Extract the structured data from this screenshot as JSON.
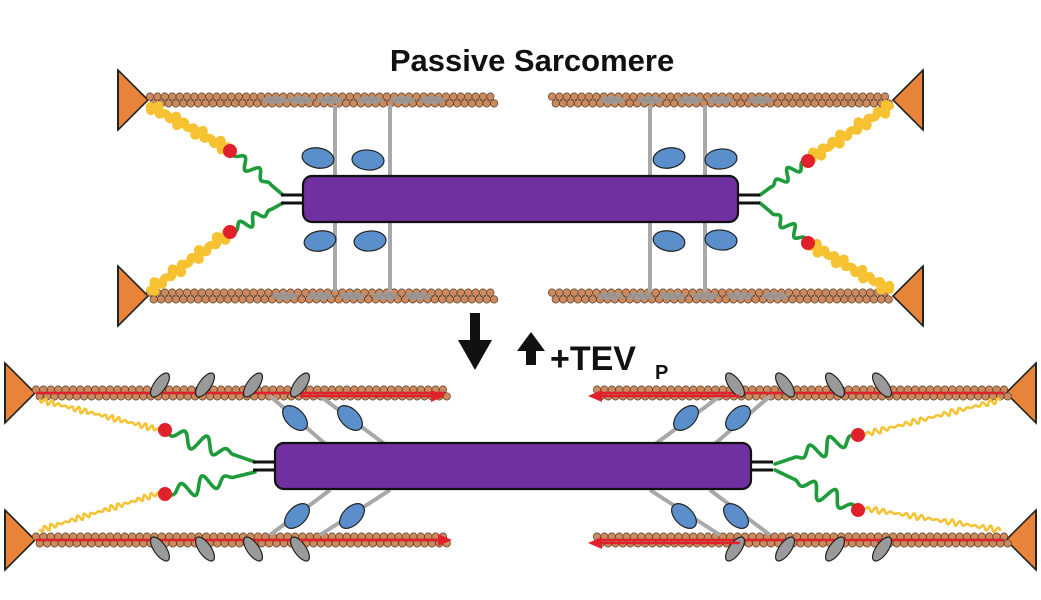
{
  "title": "Passive Sarcomere",
  "treatment": {
    "label": "+TEV",
    "subscript": "P"
  },
  "colors": {
    "z_disk": "#E8843A",
    "actin_bead": "#CC8A5E",
    "thick_filament": "#7030A0",
    "titin_spring": "#1E9B3A",
    "titin_extensible": "#F6C232",
    "titin_cleavage_site": "#E0202A",
    "myosin_head": "#5B8FCB",
    "tether": "#A8A8A8",
    "force_arrow": "#E0202A",
    "state_arrows": "#111111"
  },
  "icons": {
    "down_arrow": "relax-arrow-icon",
    "up_arrow": "reverse-arrow-icon",
    "force_arrows": "force-arrow-icon"
  }
}
